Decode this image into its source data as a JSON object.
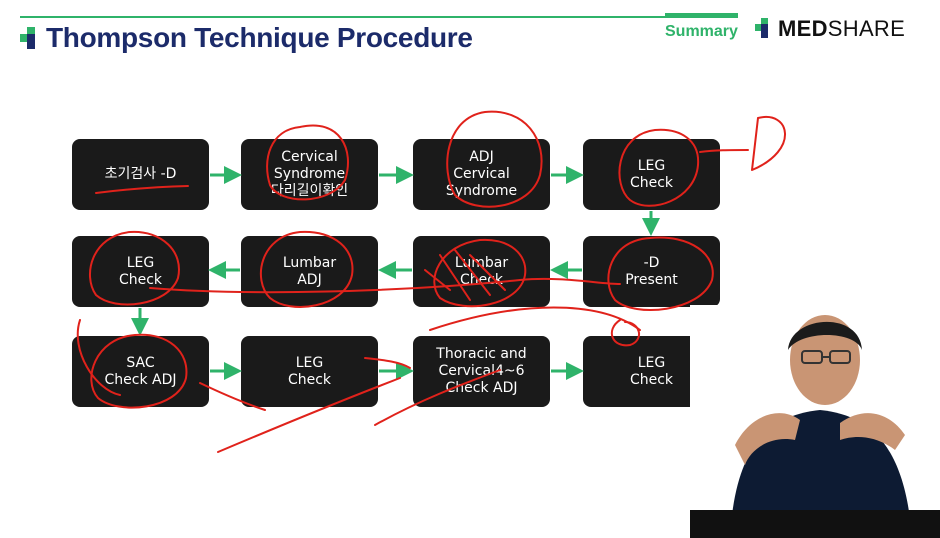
{
  "header": {
    "title": "Thompson Technique Procedure",
    "section": "Summary",
    "brand_bold": "MED",
    "brand_light": "SHARE",
    "accent_color": "#2fb36a",
    "title_color": "#1c2b6a"
  },
  "flow": {
    "row1": [
      "초기검사 -D",
      "Cervical\nSyndrome\n다리길이확인",
      "ADJ\nCervical\nSyndrome",
      "LEG\nCheck"
    ],
    "row2": [
      "LEG\nCheck",
      "Lumbar\nADJ",
      "Lumbar\nCheck",
      "-D\nPresent"
    ],
    "row3": [
      "SAC\nCheck ADJ",
      "LEG\nCheck",
      "Thoracic and\nCervical4~6\nCheck ADJ",
      "LEG\nCheck"
    ],
    "box_color": "#1a1a1a",
    "arrow_color": "#2fb36a",
    "annotation_color": "#e0221b"
  },
  "annotations": {
    "handwritten": "D"
  }
}
